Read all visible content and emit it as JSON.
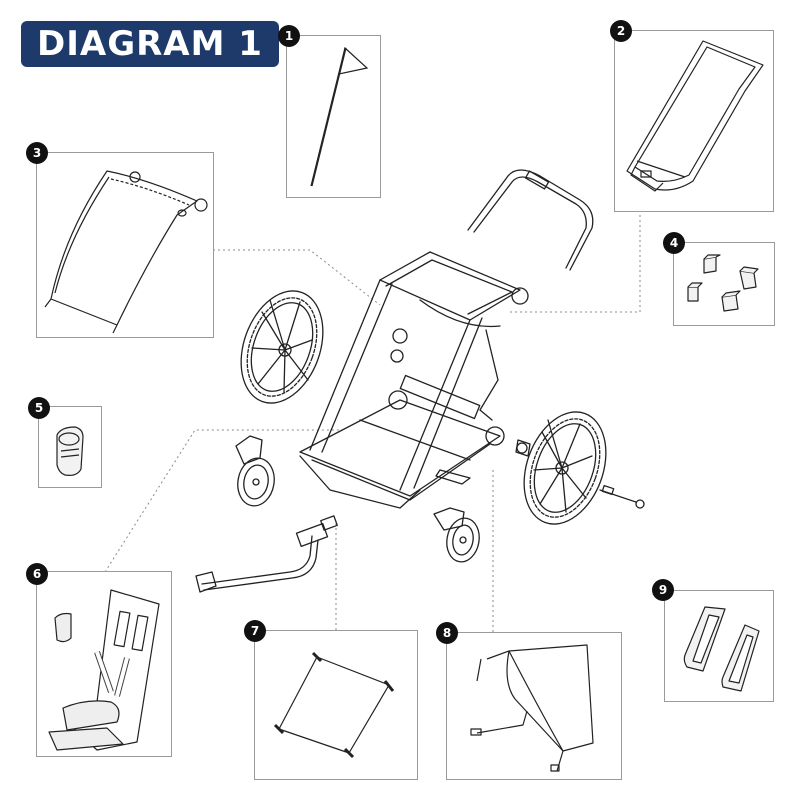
{
  "title": "DIAGRAM 1",
  "callouts": {
    "p1": "1",
    "p2": "2",
    "p3": "3",
    "p4": "4",
    "p5": "5",
    "p6": "6",
    "p7": "7",
    "p8": "8",
    "p9": "9"
  },
  "colors": {
    "badge_bg": "#1e3a6b",
    "badge_text": "#ffffff",
    "callout_bg": "#111111",
    "line_art": "#222222",
    "panel_border": "#9a9a9a",
    "leader_line": "#8a8a8a"
  }
}
